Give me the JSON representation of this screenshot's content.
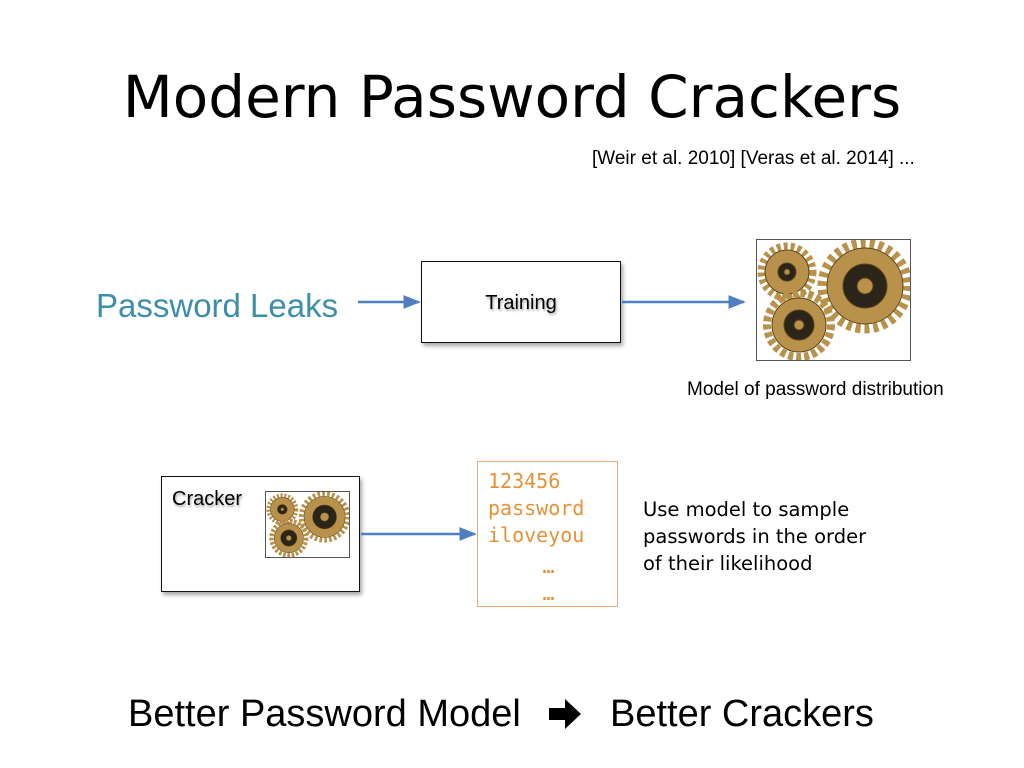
{
  "title": "Modern Password Crackers",
  "citation": "[Weir et al. 2010] [Veras et al. 2014]  ...",
  "source_label": "Password Leaks",
  "training_label": "Training",
  "model_caption": "Model of password distribution",
  "cracker_label": "Cracker",
  "sample_passwords": [
    "123456",
    "password",
    "iloveyou"
  ],
  "ellipsis_1": "…",
  "ellipsis_2": "…",
  "use_model_caption": [
    "Use model to sample",
    "passwords in the order",
    "of their likelihood"
  ],
  "conclusion": {
    "left": "Better Password Model",
    "arrow_icon": "right-arrow-icon",
    "right": "Better Crackers"
  },
  "icons": [
    "gears-icon"
  ],
  "colors": {
    "leaks_text": "#3d8ea8",
    "password_text": "#e69138",
    "password_border": "#e8a87c",
    "arrow": "#4f7fc0",
    "gear": "#b8924a"
  }
}
